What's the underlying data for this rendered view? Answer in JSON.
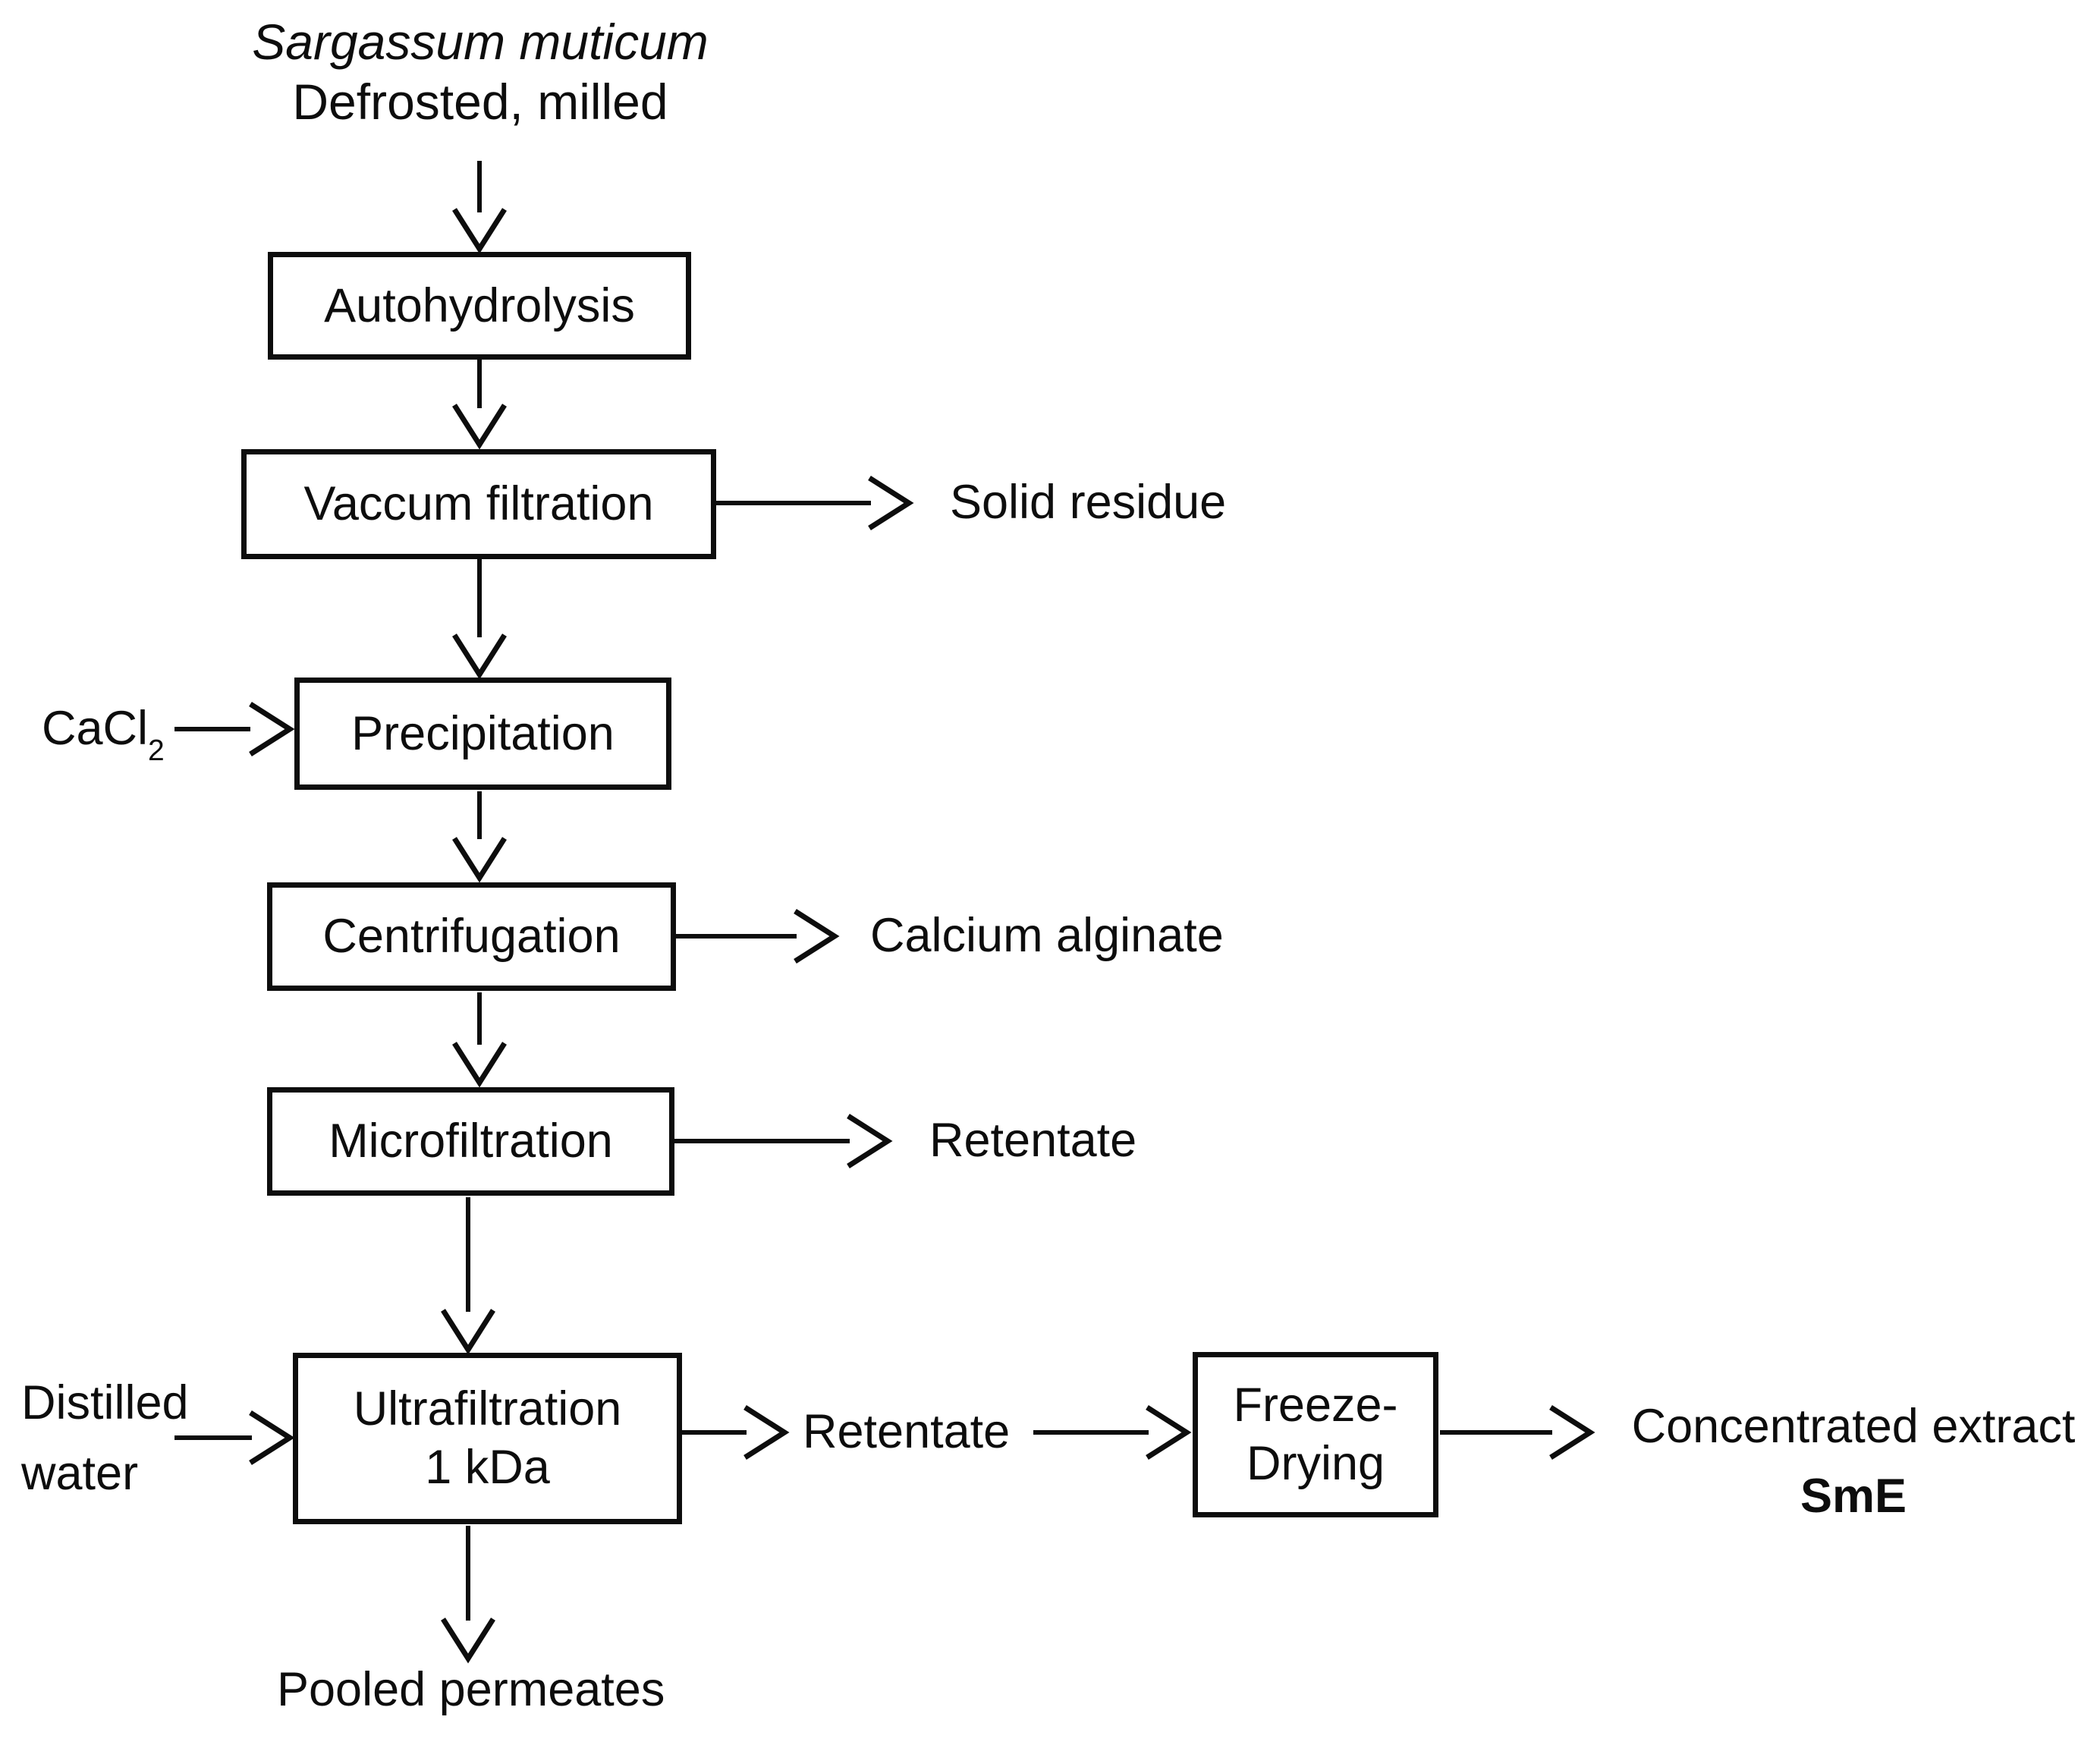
{
  "figure": {
    "background": "#ffffff",
    "ink": "#0d0d0d",
    "source": {
      "line1": "Sargassum muticum",
      "line2": "Defrosted, milled"
    },
    "boxes": {
      "autohydrolysis": {
        "label": "Autohydrolysis"
      },
      "vacuum_filtration": {
        "label": "Vaccum filtration"
      },
      "precipitation": {
        "label": "Precipitation"
      },
      "centrifugation": {
        "label": "Centrifugation"
      },
      "microfiltration": {
        "label": "Microfiltration"
      },
      "ultrafiltration": {
        "line1": "Ultrafiltration",
        "line2": "1 kDa"
      },
      "freeze_drying": {
        "line1": "Freeze-",
        "line2": "Drying"
      }
    },
    "inputs": {
      "cacl2": {
        "base": "CaCl",
        "subscript": "2"
      },
      "distilled_water": {
        "line1": "Distilled",
        "line2": "water"
      }
    },
    "outputs": {
      "solid_residue": "Solid residue",
      "calcium_alginate": "Calcium alginate",
      "retentate_microfiltration": "Retentate",
      "retentate_ultrafiltration": "Retentate",
      "pooled_permeates": "Pooled permeates",
      "concentrated_extract_line1": "Concentrated extract",
      "concentrated_extract_line2": "SmE"
    }
  }
}
